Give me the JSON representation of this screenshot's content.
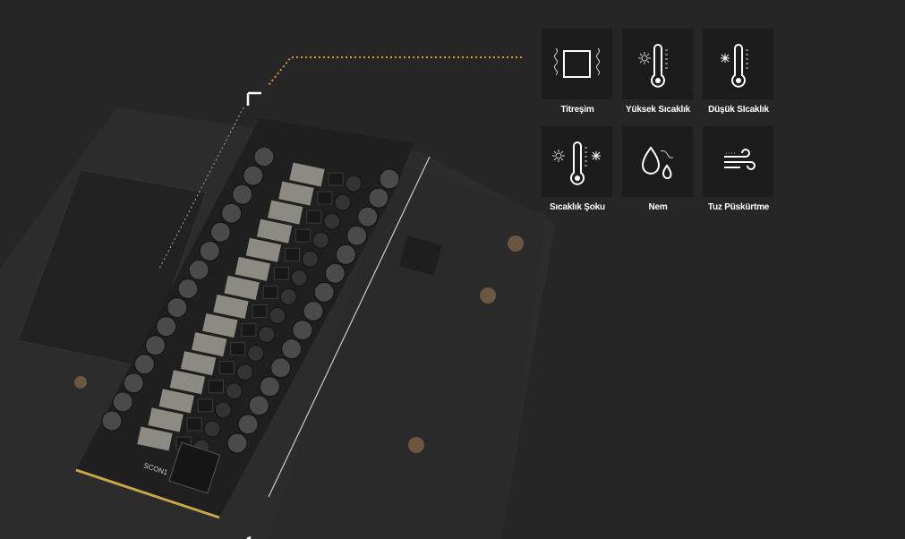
{
  "features": [
    {
      "label": "Titreşim",
      "icon": "vibration-icon"
    },
    {
      "label": "Yüksek Sıcaklık",
      "icon": "high-temperature-icon"
    },
    {
      "label": "Düşük SIcaklık",
      "icon": "low-temperature-icon"
    },
    {
      "label": "Sıcaklık Şoku",
      "icon": "thermal-shock-icon"
    },
    {
      "label": "Nem",
      "icon": "humidity-icon"
    },
    {
      "label": "Tuz Püskürtme",
      "icon": "salt-spray-icon"
    }
  ],
  "board": {
    "connector_label": "SCON1",
    "accent": "#d99a2b"
  }
}
